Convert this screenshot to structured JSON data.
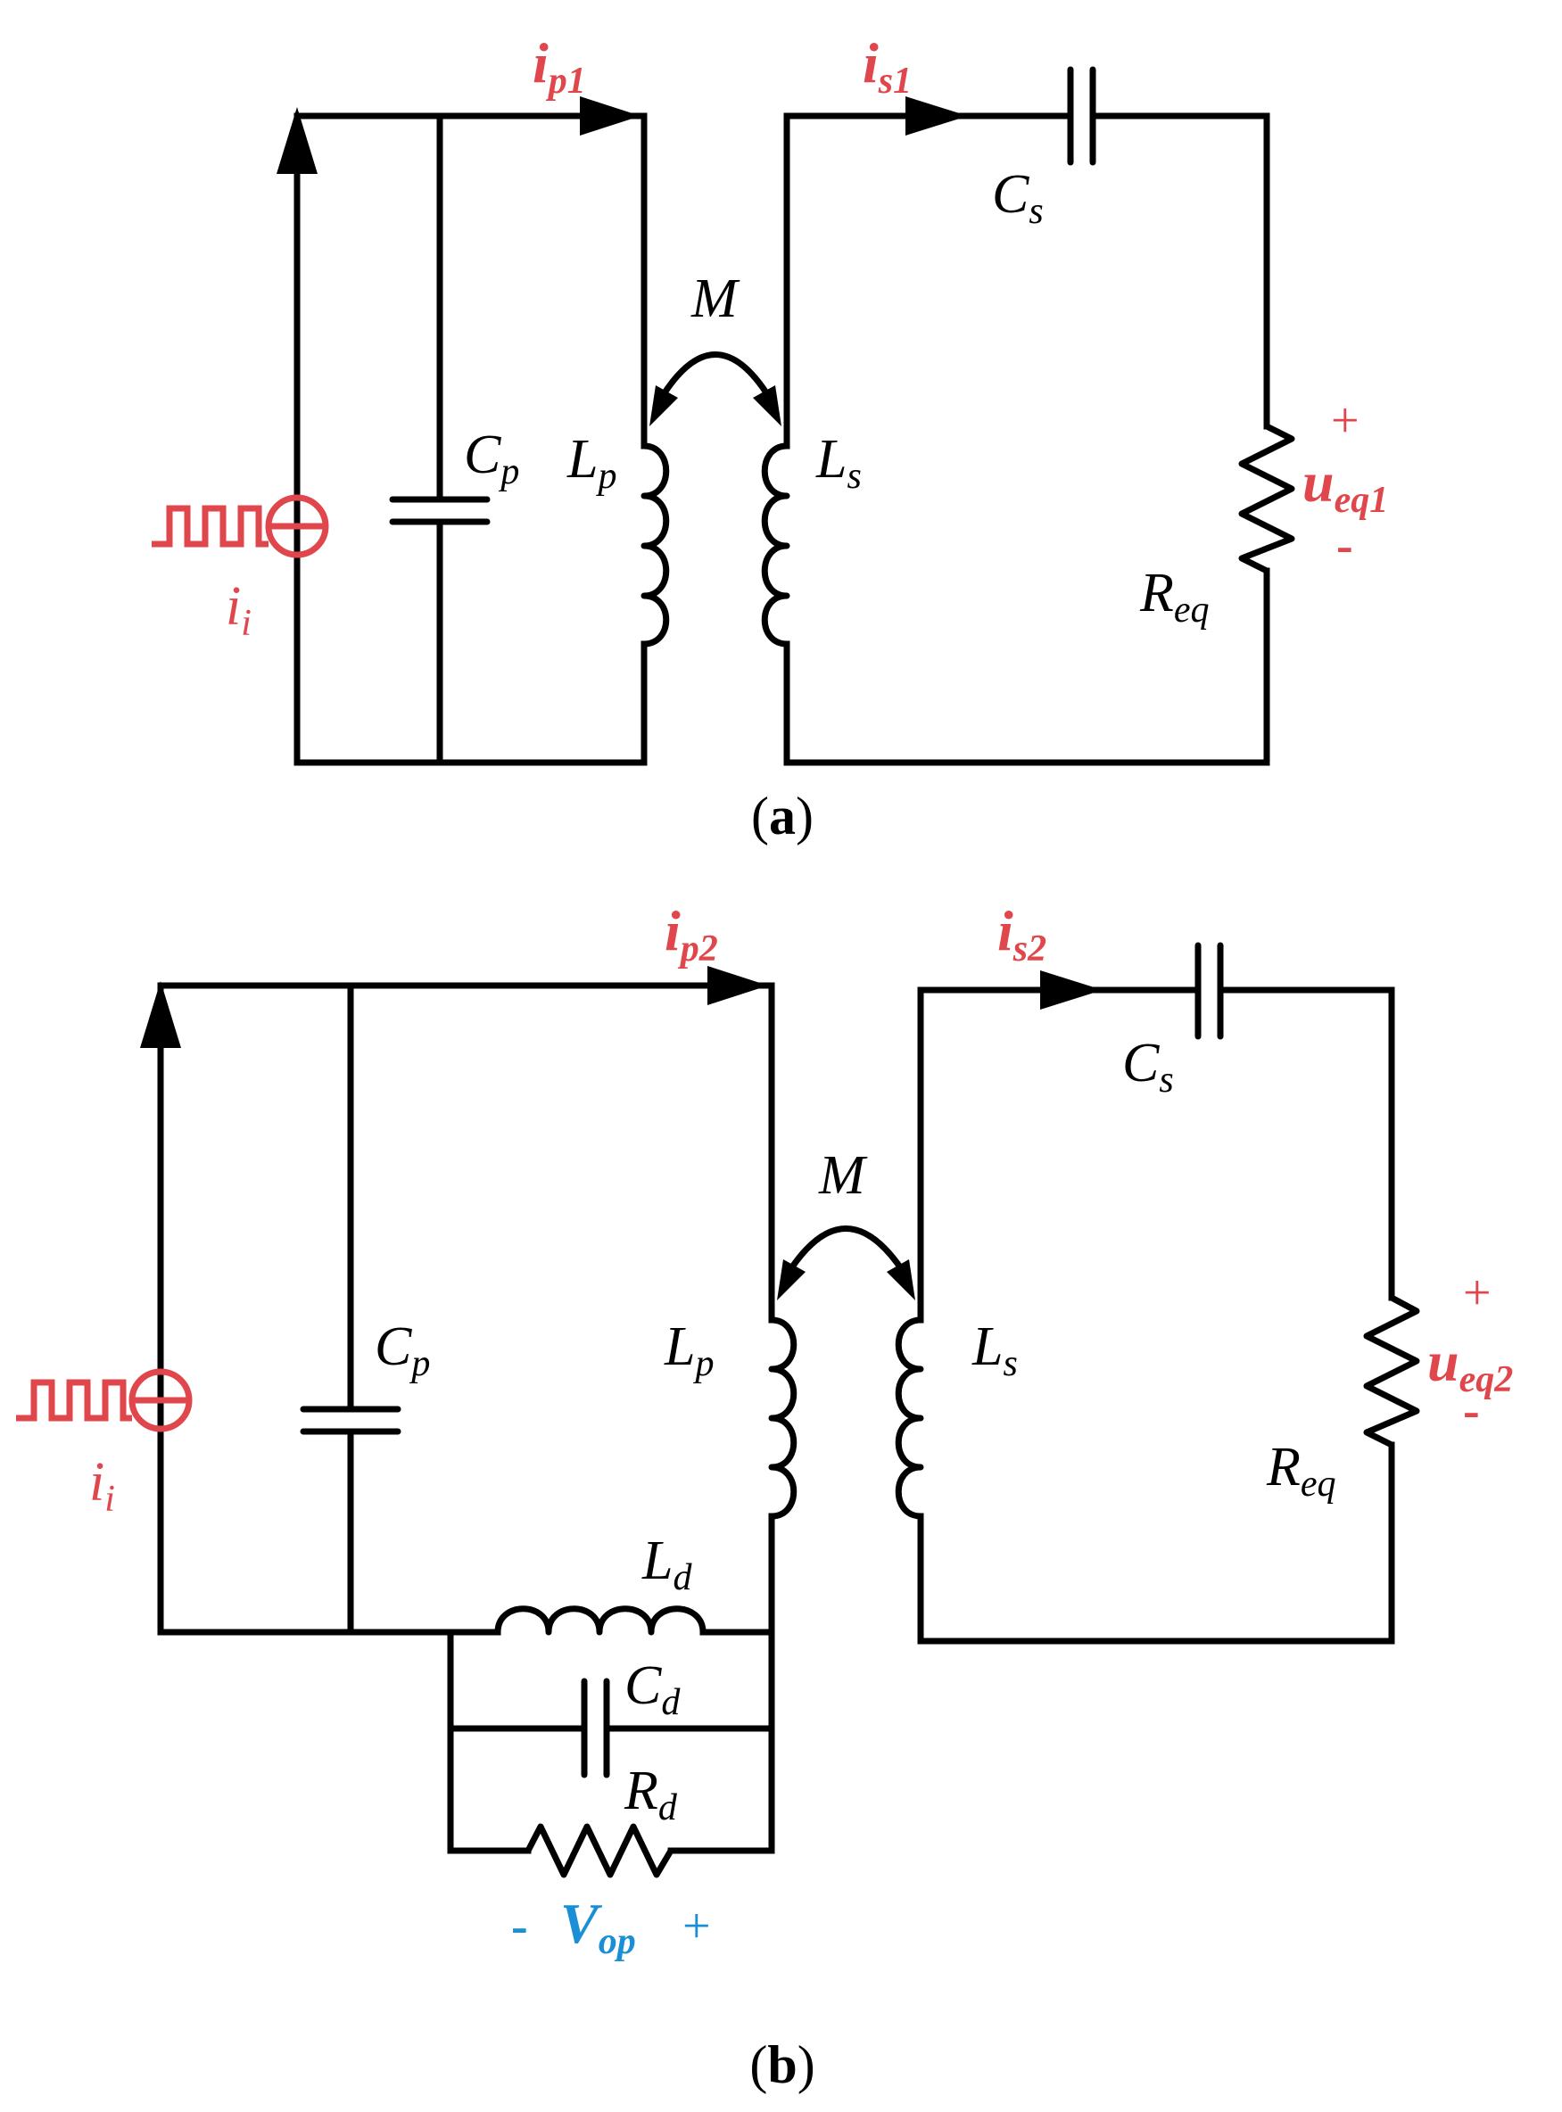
{
  "colors": {
    "wire": "#000000",
    "source_label": "#e0474c",
    "output_voltage": "#1a8fd6"
  },
  "captions": {
    "a": "a",
    "b": "b"
  },
  "circuit_a": {
    "i_p": {
      "main": "i",
      "sub": "p1"
    },
    "i_s": {
      "main": "i",
      "sub": "s1"
    },
    "c_s": {
      "main": "C",
      "sub": "s"
    },
    "m": "M",
    "c_p": {
      "main": "C",
      "sub": "p"
    },
    "l_p": {
      "main": "L",
      "sub": "p"
    },
    "l_s": {
      "main": "L",
      "sub": "s"
    },
    "u_eq": {
      "main": "u",
      "sub": "eq1",
      "plus": "+",
      "minus": "-"
    },
    "r_eq": {
      "main": "R",
      "sub": "eq"
    },
    "i_i": {
      "main": "i",
      "sub": "i"
    }
  },
  "circuit_b": {
    "i_p": {
      "main": "i",
      "sub": "p2"
    },
    "i_s": {
      "main": "i",
      "sub": "s2"
    },
    "c_s": {
      "main": "C",
      "sub": "s"
    },
    "m": "M",
    "c_p": {
      "main": "C",
      "sub": "p"
    },
    "l_p": {
      "main": "L",
      "sub": "p"
    },
    "l_s": {
      "main": "L",
      "sub": "s"
    },
    "u_eq": {
      "main": "u",
      "sub": "eq2",
      "plus": "+",
      "minus": "-"
    },
    "r_eq": {
      "main": "R",
      "sub": "eq"
    },
    "i_i": {
      "main": "i",
      "sub": "i"
    },
    "l_d": {
      "main": "L",
      "sub": "d"
    },
    "c_d": {
      "main": "C",
      "sub": "d"
    },
    "r_d": {
      "main": "R",
      "sub": "d"
    },
    "v_op": {
      "main": "V",
      "sub": "op",
      "minus": "-",
      "plus": "+"
    }
  }
}
